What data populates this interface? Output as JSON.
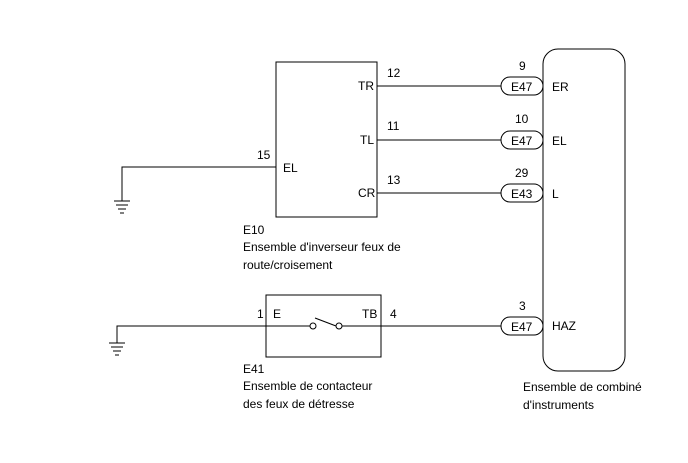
{
  "switch_e10": {
    "id": "E10",
    "name_line1": "Ensemble d'inverseur feux de",
    "name_line2": "route/croisement",
    "pins": {
      "tr": {
        "label": "TR",
        "number": "12"
      },
      "tl": {
        "label": "TL",
        "number": "11"
      },
      "cr": {
        "label": "CR",
        "number": "13"
      },
      "el": {
        "label": "EL",
        "number": "15"
      }
    }
  },
  "switch_e41": {
    "id": "E41",
    "name_line1": "Ensemble de contacteur",
    "name_line2": "des feux de détresse",
    "pins": {
      "e": {
        "label": "E",
        "number": "1"
      },
      "tb": {
        "label": "TB",
        "number": "4"
      }
    }
  },
  "combination_meter": {
    "name_line1": "Ensemble de combiné",
    "name_line2": "d'instruments",
    "terminals": [
      {
        "connector": "E47",
        "pin": "9",
        "label": "ER"
      },
      {
        "connector": "E47",
        "pin": "10",
        "label": "EL"
      },
      {
        "connector": "E43",
        "pin": "29",
        "label": "L"
      },
      {
        "connector": "E47",
        "pin": "3",
        "label": "HAZ"
      }
    ]
  }
}
